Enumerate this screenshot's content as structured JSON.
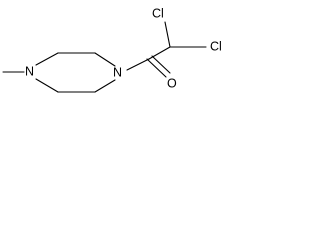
{
  "molecule": {
    "atoms": {
      "n_methyl": {
        "element": "N",
        "label": "N"
      },
      "n_acyl": {
        "element": "N",
        "label": "N"
      },
      "carbonyl_oxygen": {
        "element": "O",
        "label": "O"
      },
      "chlorine_left": {
        "element": "Cl",
        "label": "Cl"
      },
      "chlorine_right": {
        "element": "Cl",
        "label": "Cl"
      }
    },
    "bond_color": "#000000",
    "label_color": "#000000",
    "background": "#ffffff"
  }
}
